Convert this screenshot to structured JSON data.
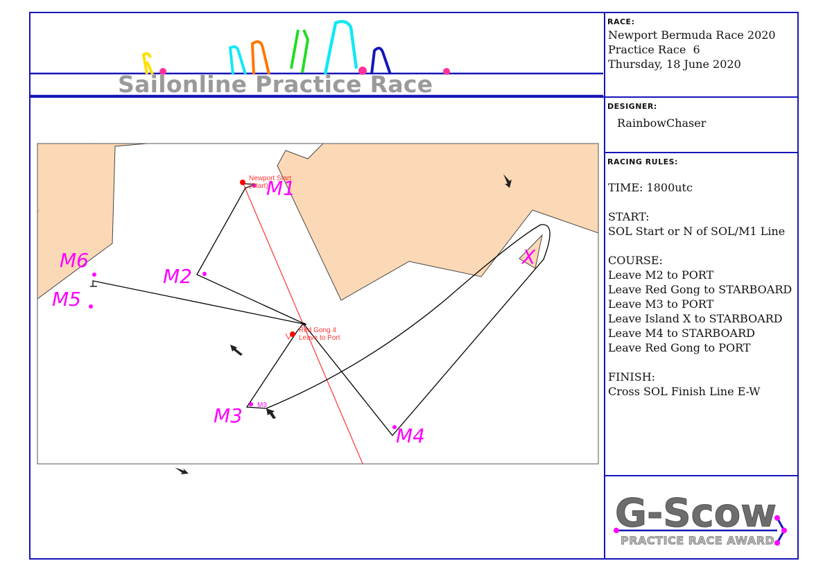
{
  "header": {
    "logo_title": "Sailonline Practice Race",
    "colors": {
      "frame": "#1515b8",
      "logo_text": "#9a9a9a",
      "mark": "#ff00ff"
    }
  },
  "race_info": {
    "label": "RACE:",
    "lines": [
      "Newport Bermuda Race 2020",
      "Practice Race  6",
      "Thursday, 18 June 2020"
    ]
  },
  "designer": {
    "label": "DESIGNER:",
    "name": "RainbowChaser"
  },
  "rules": {
    "label": "RACING RULES:",
    "time": "TIME: 1800utc",
    "start_heading": "START:",
    "start_text": "SOL Start or N of SOL/M1 Line",
    "course_heading": "COURSE:",
    "course_lines": [
      "Leave M2 to PORT",
      "Leave Red Gong to STARBOARD",
      "Leave M3 to PORT",
      "Leave Island X to STARBOARD",
      "Leave M4 to STARBOARD",
      "Leave Red Gong to PORT"
    ],
    "finish_heading": "FINISH:",
    "finish_text": "Cross SOL Finish Line E-W"
  },
  "map": {
    "start_label_1": "Newport Start",
    "start_label_2": "(Start)",
    "gong_label_1": "Red Gong 4",
    "gong_label_2": "Leave to Port",
    "m3_small": "M3",
    "marks": {
      "m1": "M1",
      "m2": "M2",
      "m3": "M3",
      "m4": "M4",
      "m5": "M5",
      "m6": "M6",
      "x": "X"
    },
    "colors": {
      "land": "#fcd9b6",
      "course": "#000000",
      "start_line": "#ff3333",
      "mark": "#ff00ff"
    }
  },
  "award": {
    "title": "G-Scow",
    "subtitle": "PRACTICE RACE AWARD"
  }
}
